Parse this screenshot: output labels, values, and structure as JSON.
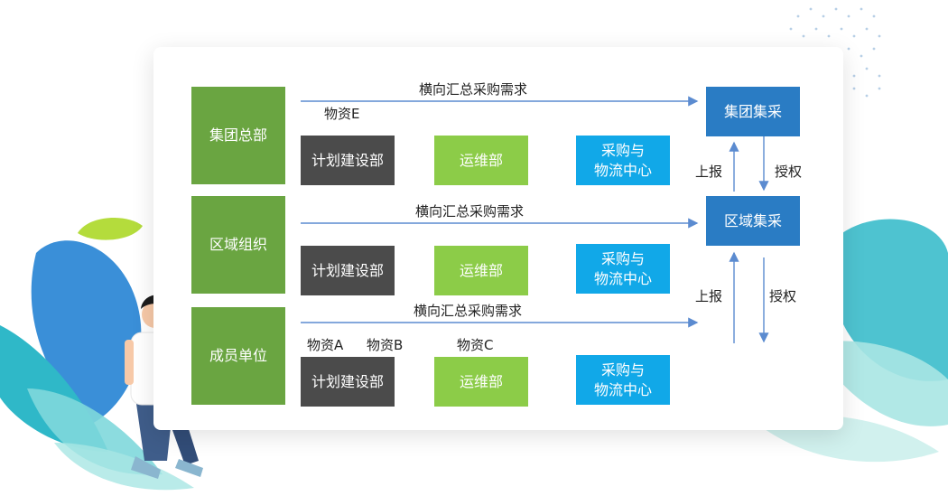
{
  "orgs": {
    "hq": "集团总部",
    "region": "区域组织",
    "member": "成员单位"
  },
  "departments": {
    "plan": "计划建设部",
    "ops": "运维部",
    "proc": "采购与\n物流中心"
  },
  "central": {
    "group": "集团集采",
    "region": "区域集采"
  },
  "flows": {
    "horizontal": "横向汇总采购需求",
    "report": "上报",
    "authorize": "授权"
  },
  "materials": {
    "e": "物资E",
    "a": "物资A",
    "b": "物资B",
    "c": "物资C"
  },
  "colors": {
    "org_green": "#6aa541",
    "plan_gray": "#4b4b4b",
    "ops_green": "#8ccc48",
    "proc_blue": "#11a8e8",
    "central_blue": "#2a7cc4",
    "arrow_blue": "#5b8bd0"
  }
}
